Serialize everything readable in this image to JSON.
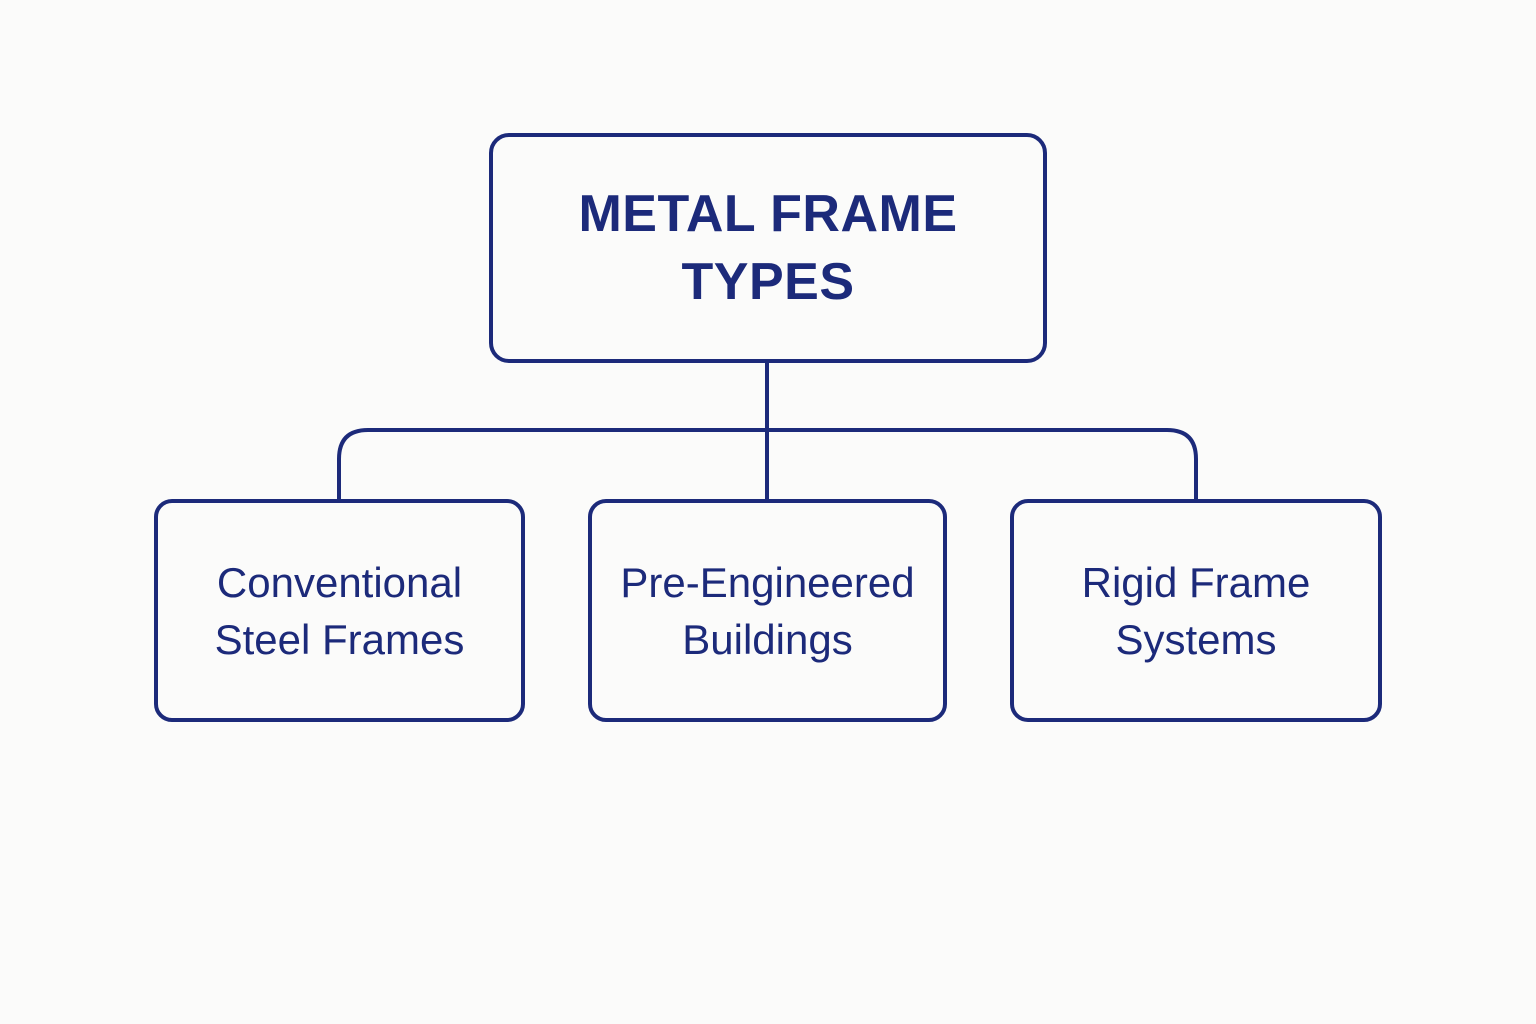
{
  "diagram": {
    "root": {
      "label": "METAL FRAME TYPES"
    },
    "children": [
      {
        "label": "Conventional Steel Frames"
      },
      {
        "label": "Pre-Engineered Buildings"
      },
      {
        "label": "Rigid Frame Systems"
      }
    ],
    "colors": {
      "stroke": "#1c2a7a",
      "text": "#1c2a7a",
      "background": "#fbfbfa"
    }
  }
}
